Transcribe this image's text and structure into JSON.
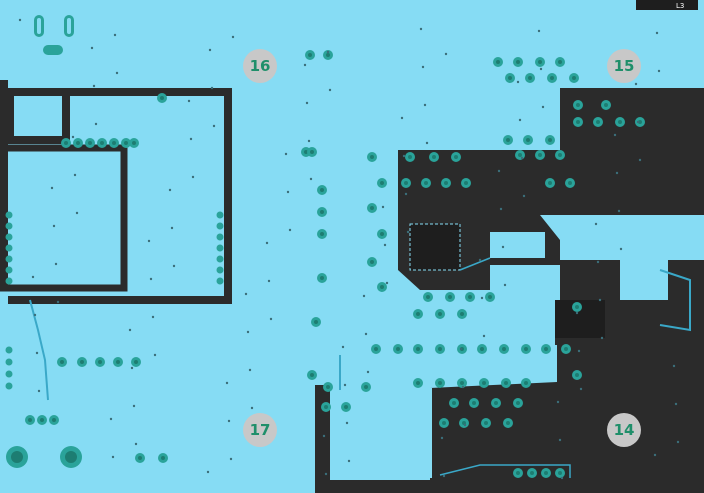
{
  "view": {
    "layer_label": "L3"
  },
  "mounting_holes": [
    {
      "label": "16"
    },
    {
      "label": "15"
    },
    {
      "label": "17"
    },
    {
      "label": "14"
    }
  ],
  "colors": {
    "copper": "#86dcf4",
    "board": "#2b2b2b",
    "via_ring": "#2aa39a",
    "via_hole": "#1d7d72",
    "hole_fill": "#c8c8c8",
    "hole_text": "#1f8f6a",
    "trace": "#3aa8c8"
  }
}
